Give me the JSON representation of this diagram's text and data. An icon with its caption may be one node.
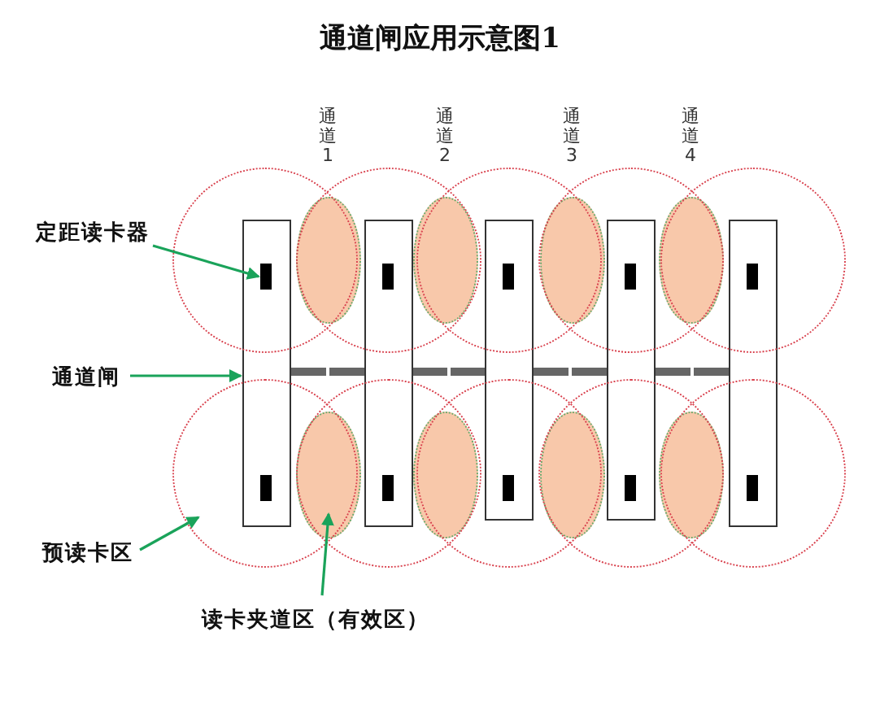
{
  "diagram": {
    "title": "通道闸应用示意图1",
    "nodes": [
      {
        "text": [
          "定距读卡器"
        ]
      },
      {
        "text": [
          "通道闸"
        ]
      },
      {
        "text": [
          "预读卡区"
        ]
      },
      {
        "text": [
          "读卡夹道区（有效区）"
        ]
      },
      {
        "text": [],
        "shape": "box"
      },
      {
        "text": [],
        "shape": "box"
      },
      {
        "text": [],
        "shape": "box"
      },
      {
        "text": [],
        "shape": "box"
      },
      {
        "text": [],
        "shape": "box"
      },
      {
        "text": [],
        "shape": "bar"
      },
      {
        "text": [],
        "shape": "bar"
      },
      {
        "text": [],
        "shape": "bar"
      },
      {
        "text": [],
        "shape": "bar"
      },
      {
        "text": [],
        "shape": "bar"
      },
      {
        "text": [],
        "shape": "bar"
      },
      {
        "text": [],
        "shape": "bar"
      },
      {
        "text": [],
        "shape": "bar"
      },
      {
        "text": [],
        "shape": "bar"
      },
      {
        "text": [],
        "shape": "bar"
      },
      {
        "text": [],
        "shape": "ellipse"
      },
      {
        "text": [],
        "shape": "ellipse"
      },
      {
        "text": [],
        "shape": "ellipse"
      },
      {
        "text": [],
        "shape": "ellipse"
      },
      {
        "text": [],
        "shape": "ellipse"
      },
      {
        "text": [],
        "shape": "ellipse"
      },
      {
        "text": [],
        "shape": "ellipse"
      },
      {
        "text": [],
        "shape": "ellipse"
      },
      {
        "text": [],
        "shape": "circle"
      },
      {
        "text": [],
        "shape": "circle"
      },
      {
        "text": [],
        "shape": "circle"
      },
      {
        "text": [],
        "shape": "circle"
      },
      {
        "text": [],
        "shape": "circle"
      },
      {
        "text": [],
        "shape": "circle"
      },
      {
        "text": [],
        "shape": "circle"
      },
      {
        "text": [],
        "shape": "circle"
      },
      {
        "text": [],
        "shape": "circle"
      },
      {
        "text": [],
        "shape": "circle"
      }
    ],
    "edges": [
      {
        "from": 0,
        "to": 9,
        "arrow": "to"
      },
      {
        "from": 1,
        "to": 4,
        "arrow": "to"
      },
      {
        "from": 2,
        "to": 32,
        "arrow": "to"
      },
      {
        "from": 3,
        "to": 23,
        "arrow": "to"
      }
    ],
    "labels": [
      "通道1",
      "通道2",
      "通道3",
      "通道4"
    ]
  }
}
